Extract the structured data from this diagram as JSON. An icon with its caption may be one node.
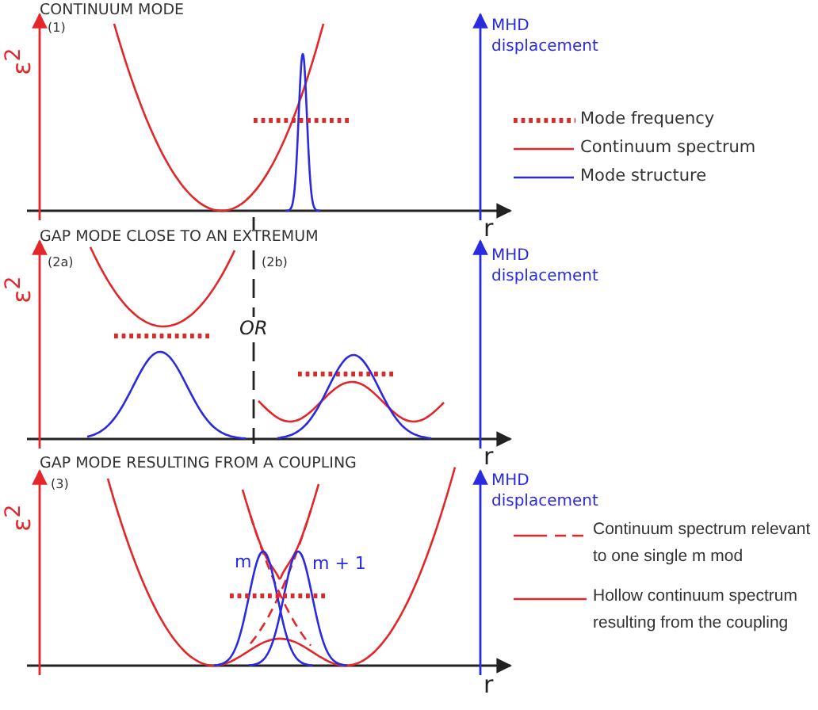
{
  "diagram": {
    "labels": [
      "CONTINUUM MODE",
      "ε$^{2}$",
      "(1)",
      "MHD displacement",
      "r",
      "GAP MODE CLOSE TO AN EXTREMUM",
      "ε$^{2}$",
      "(2a)",
      "(2b)",
      "OR",
      "MHD displacement",
      "r",
      "GAP MODE RESULTING FROM A COUPLING",
      "ε$^{2}$",
      "(3)",
      "m",
      "m + 1",
      "MHD displacement",
      "r"
    ],
    "legend": [
      {
        "text": "Mode frequency"
      },
      {
        "text": "Continuum spectrum"
      },
      {
        "text": "Mode structure"
      },
      {
        "text": "Continuum spectrum relevant to one single m mod"
      },
      {
        "text": "Hollow continuum spectrum resulting from the coupling"
      }
    ]
  }
}
